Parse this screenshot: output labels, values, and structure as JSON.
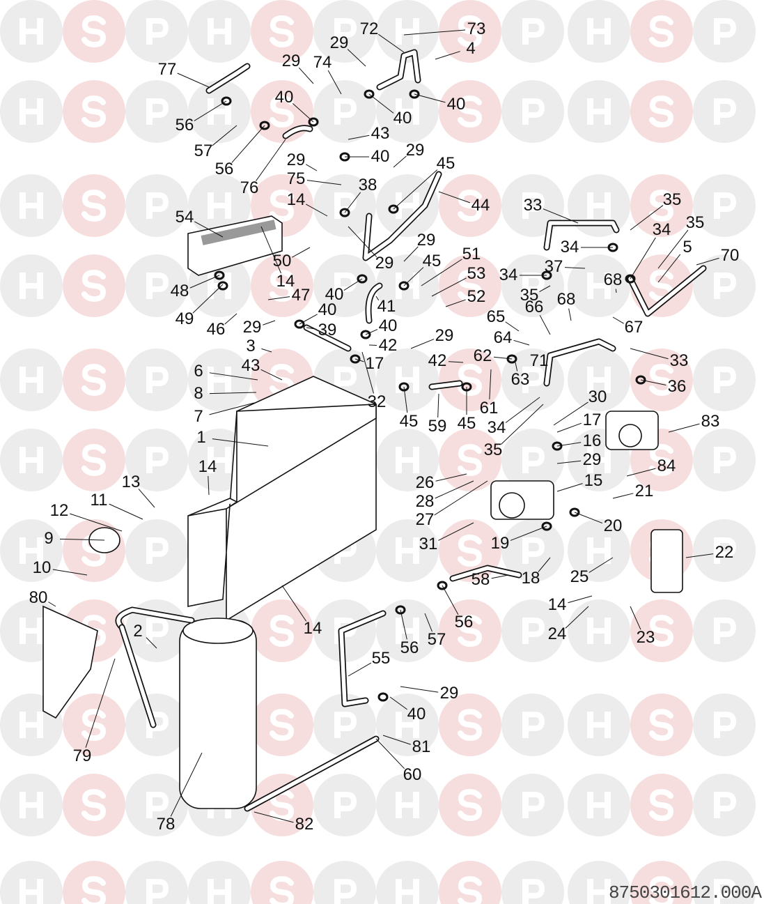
{
  "watermark": {
    "letters": [
      "H",
      "S",
      "P"
    ],
    "colors": {
      "h_p": "#ececec",
      "s": "#f7dede"
    }
  },
  "drawing_code": "8750301612.000A",
  "callouts": [
    "73",
    "72",
    "4",
    "29",
    "77",
    "29",
    "74",
    "40",
    "40",
    "40",
    "56",
    "57",
    "56",
    "76",
    "43",
    "40",
    "29",
    "29",
    "45",
    "75",
    "38",
    "44",
    "33",
    "35",
    "14",
    "54",
    "34",
    "34",
    "35",
    "29",
    "51",
    "50",
    "29",
    "45",
    "37",
    "5",
    "70",
    "14",
    "53",
    "34",
    "68",
    "48",
    "40",
    "47",
    "35",
    "52",
    "68",
    "41",
    "49",
    "46",
    "40",
    "66",
    "65",
    "67",
    "29",
    "39",
    "40",
    "64",
    "3",
    "42",
    "29",
    "62",
    "71",
    "33",
    "17",
    "43",
    "6",
    "42",
    "63",
    "36",
    "32",
    "8",
    "30",
    "7",
    "45",
    "59",
    "45",
    "61",
    "34",
    "17",
    "83",
    "1",
    "16",
    "35",
    "29",
    "84",
    "14",
    "13",
    "26",
    "15",
    "11",
    "28",
    "21",
    "12",
    "27",
    "20",
    "9",
    "31",
    "19",
    "22",
    "10",
    "18",
    "25",
    "58",
    "14",
    "80",
    "56",
    "14",
    "23",
    "24",
    "2",
    "57",
    "56",
    "55",
    "29",
    "40",
    "79",
    "81",
    "60",
    "78",
    "82"
  ]
}
